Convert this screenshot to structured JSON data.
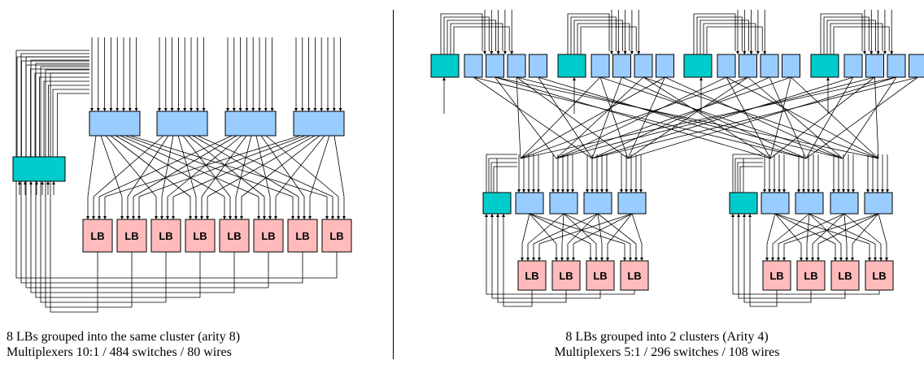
{
  "left_panel": {
    "lb_label": "LB",
    "caption_line1": "8 LBs grouped into the same cluster (arity 8)",
    "caption_line2": "Multiplexers 10:1 / 484 switches / 80 wires"
  },
  "right_panel": {
    "lb_label": "LB",
    "caption_line1": "8 LBs grouped into 2 clusters (Arity 4)",
    "caption_line2": "Multiplexers 5:1 / 296 switches / 108 wires"
  },
  "colors": {
    "mux": "#99ccff",
    "output_mux": "#00cccc",
    "lb": "#ffbbbb"
  }
}
